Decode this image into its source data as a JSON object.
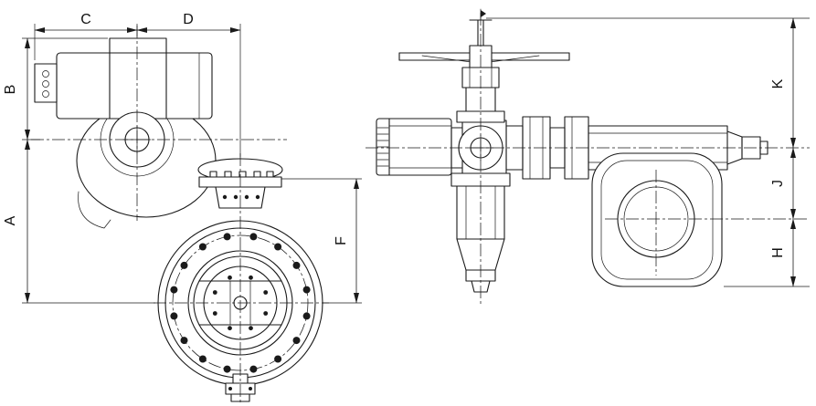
{
  "colors": {
    "line": "#1a1a1a",
    "background": "#ffffff"
  },
  "dims": {
    "A": "A",
    "B": "B",
    "C": "C",
    "D": "D",
    "F": "F",
    "H": "H",
    "J": "J",
    "K": "K"
  }
}
